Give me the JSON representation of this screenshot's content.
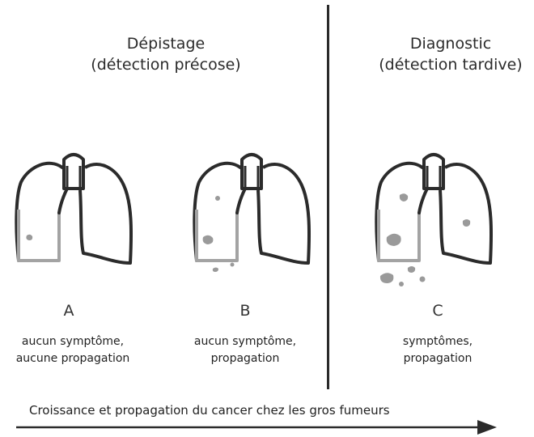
{
  "columns": {
    "left_heading": "Dépistage\n(détection précose)",
    "right_heading": "Diagnostic\n(détection tardive)"
  },
  "panels": [
    {
      "letter": "A",
      "caption": "aucun symptôme,\naucune propagation"
    },
    {
      "letter": "B",
      "caption": "aucun symptôme,\npropagation"
    },
    {
      "letter": "C",
      "caption": "symptômes,\npropagation"
    }
  ],
  "arrow": {
    "label": "Croissance et propagation du cancer chez les gros fumeurs"
  },
  "colors": {
    "outline": "#2b2b2b",
    "tumor": "#9a9a9a"
  },
  "icons": [
    "lungs-icon",
    "lungs-icon",
    "lungs-icon",
    "arrow-right-icon"
  ]
}
